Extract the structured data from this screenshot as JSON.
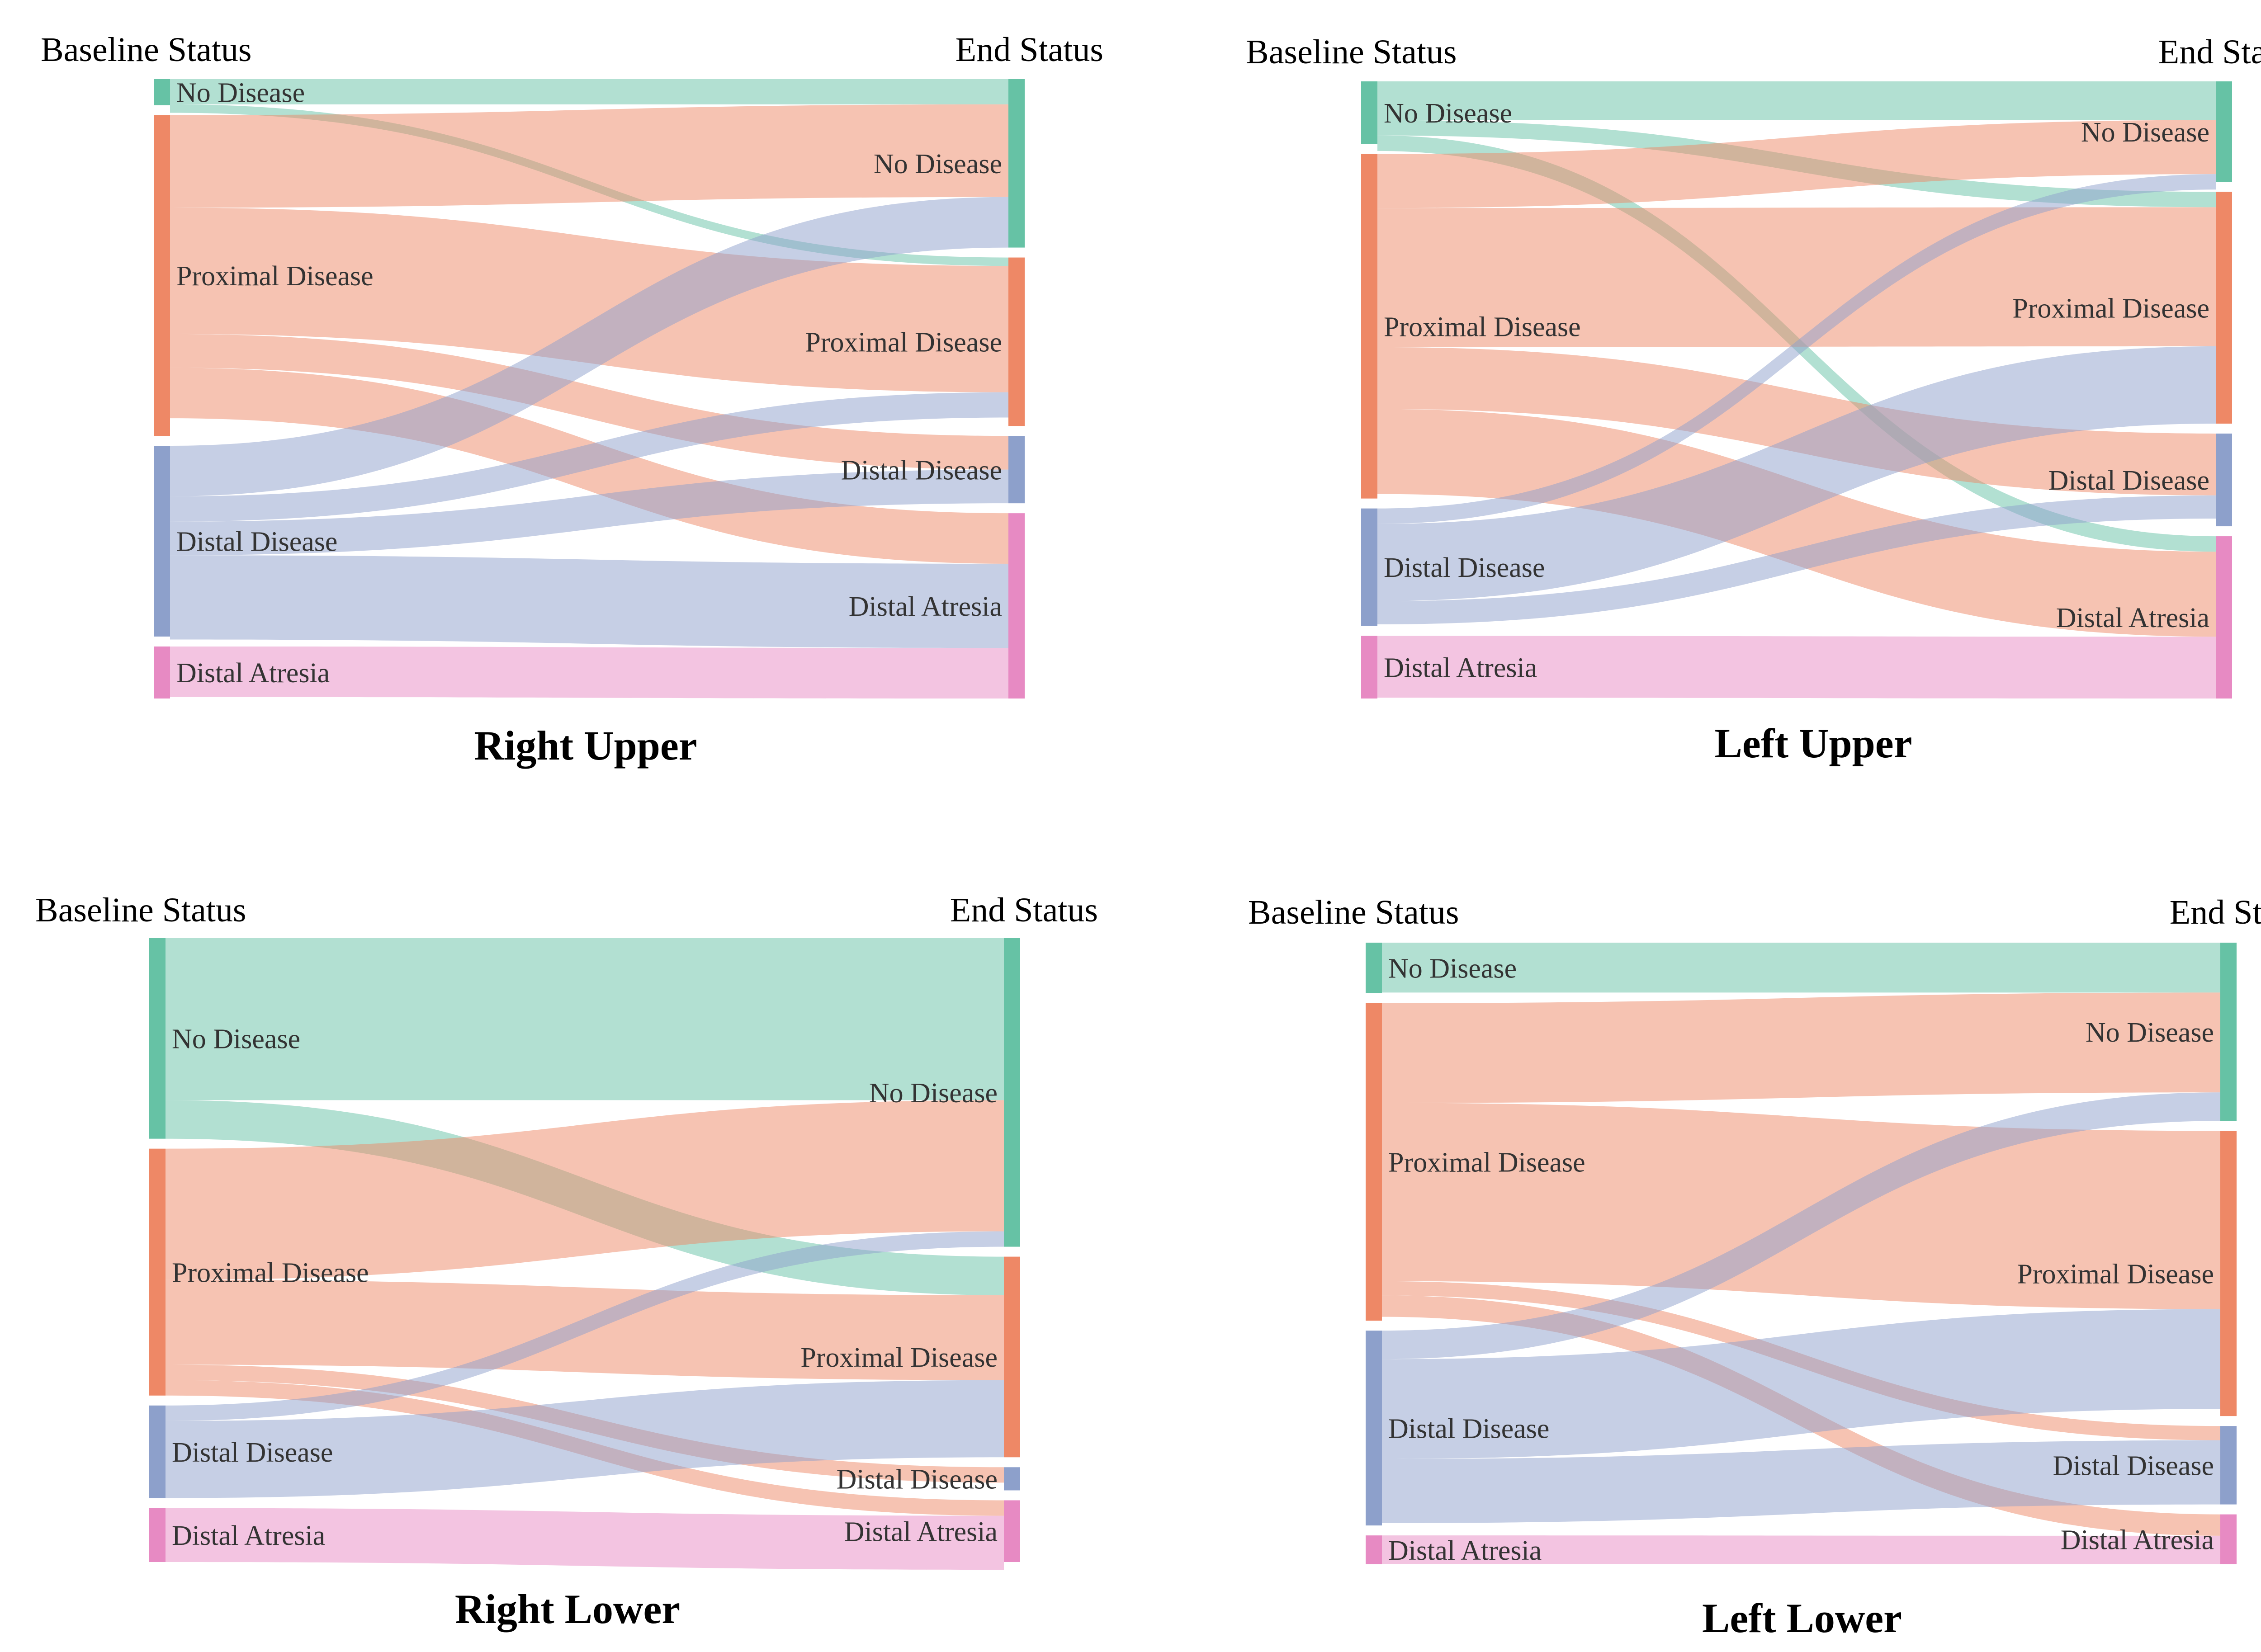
{
  "colors": {
    "no_disease": "#66c2a5",
    "proximal_disease": "#ee8866",
    "distal_disease": "#8da0cb",
    "distal_atresia": "#e78ac3"
  },
  "chart_data": [
    {
      "type": "sankey",
      "title": "Right Upper",
      "left_header": "Baseline Status",
      "right_header": "End Status",
      "categories": [
        "No Disease",
        "Proximal Disease",
        "Distal Disease",
        "Distal Atresia"
      ],
      "baseline_counts": [
        3,
        37,
        22,
        6
      ],
      "end_counts": [
        20,
        20,
        8,
        22
      ],
      "flows": [
        {
          "from": "No Disease",
          "to": "No Disease",
          "value": 3
        },
        {
          "from": "No Disease",
          "to": "Proximal Disease",
          "value": 1
        },
        {
          "from": "Proximal Disease",
          "to": "No Disease",
          "value": 11
        },
        {
          "from": "Proximal Disease",
          "to": "Proximal Disease",
          "value": 15
        },
        {
          "from": "Proximal Disease",
          "to": "Distal Disease",
          "value": 4
        },
        {
          "from": "Proximal Disease",
          "to": "Distal Atresia",
          "value": 6
        },
        {
          "from": "Distal Disease",
          "to": "No Disease",
          "value": 6
        },
        {
          "from": "Distal Disease",
          "to": "Proximal Disease",
          "value": 3
        },
        {
          "from": "Distal Disease",
          "to": "Distal Disease",
          "value": 4
        },
        {
          "from": "Distal Disease",
          "to": "Distal Atresia",
          "value": 10
        },
        {
          "from": "Distal Atresia",
          "to": "Distal Atresia",
          "value": 6
        }
      ]
    },
    {
      "type": "sankey",
      "title": "Left Upper",
      "left_header": "Baseline Status",
      "right_header": "End Status",
      "categories": [
        "No Disease",
        "Proximal Disease",
        "Distal Disease",
        "Distal Atresia"
      ],
      "baseline_counts": [
        8,
        44,
        15,
        8
      ],
      "end_counts": [
        13,
        30,
        12,
        21
      ],
      "flows": [
        {
          "from": "No Disease",
          "to": "No Disease",
          "value": 5
        },
        {
          "from": "No Disease",
          "to": "Proximal Disease",
          "value": 2
        },
        {
          "from": "No Disease",
          "to": "Distal Atresia",
          "value": 2
        },
        {
          "from": "Proximal Disease",
          "to": "No Disease",
          "value": 7
        },
        {
          "from": "Proximal Disease",
          "to": "Proximal Disease",
          "value": 18
        },
        {
          "from": "Proximal Disease",
          "to": "Distal Disease",
          "value": 8
        },
        {
          "from": "Proximal Disease",
          "to": "Distal Atresia",
          "value": 11
        },
        {
          "from": "Distal Disease",
          "to": "No Disease",
          "value": 2
        },
        {
          "from": "Distal Disease",
          "to": "Proximal Disease",
          "value": 10
        },
        {
          "from": "Distal Disease",
          "to": "Distal Disease",
          "value": 3
        },
        {
          "from": "Distal Atresia",
          "to": "Distal Atresia",
          "value": 8
        }
      ]
    },
    {
      "type": "sankey",
      "title": "Right Lower",
      "left_header": "Baseline Status",
      "right_header": "End Status",
      "categories": [
        "No Disease",
        "Proximal Disease",
        "Distal Disease",
        "Distal Atresia"
      ],
      "baseline_counts": [
        26,
        32,
        12,
        7
      ],
      "end_counts": [
        40,
        26,
        3,
        8
      ],
      "flows": [
        {
          "from": "No Disease",
          "to": "No Disease",
          "value": 21
        },
        {
          "from": "No Disease",
          "to": "Proximal Disease",
          "value": 5
        },
        {
          "from": "Proximal Disease",
          "to": "No Disease",
          "value": 17
        },
        {
          "from": "Proximal Disease",
          "to": "Proximal Disease",
          "value": 11
        },
        {
          "from": "Proximal Disease",
          "to": "Distal Disease",
          "value": 2
        },
        {
          "from": "Proximal Disease",
          "to": "Distal Atresia",
          "value": 2
        },
        {
          "from": "Distal Disease",
          "to": "No Disease",
          "value": 2
        },
        {
          "from": "Distal Disease",
          "to": "Proximal Disease",
          "value": 10
        },
        {
          "from": "Distal Atresia",
          "to": "Distal Atresia",
          "value": 7
        }
      ]
    },
    {
      "type": "sankey",
      "title": "Left Lower",
      "left_header": "Baseline Status",
      "right_header": "End Status",
      "categories": [
        "No Disease",
        "Proximal Disease",
        "Distal Disease",
        "Distal Atresia"
      ],
      "baseline_counts": [
        7,
        44,
        27,
        4
      ],
      "end_counts": [
        25,
        40,
        11,
        7
      ],
      "flows": [
        {
          "from": "No Disease",
          "to": "No Disease",
          "value": 7
        },
        {
          "from": "Proximal Disease",
          "to": "No Disease",
          "value": 14
        },
        {
          "from": "Proximal Disease",
          "to": "Proximal Disease",
          "value": 25
        },
        {
          "from": "Proximal Disease",
          "to": "Distal Disease",
          "value": 2
        },
        {
          "from": "Proximal Disease",
          "to": "Distal Atresia",
          "value": 3
        },
        {
          "from": "Distal Disease",
          "to": "No Disease",
          "value": 4
        },
        {
          "from": "Distal Disease",
          "to": "Proximal Disease",
          "value": 14
        },
        {
          "from": "Distal Disease",
          "to": "Distal Disease",
          "value": 9
        },
        {
          "from": "Distal Atresia",
          "to": "Distal Atresia",
          "value": 4
        }
      ]
    }
  ]
}
